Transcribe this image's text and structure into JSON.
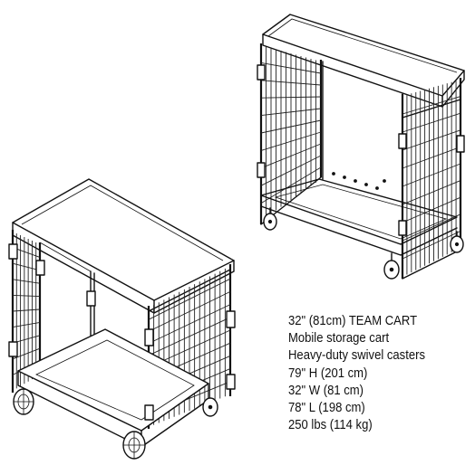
{
  "specs": {
    "lines": [
      "32\" (81cm) TEAM CART",
      "Mobile storage cart",
      "Heavy-duty swivel casters",
      "79\" H (201 cm)",
      "32\" W (81 cm)",
      "78\" L (198 cm)",
      "250 lbs (114 kg)"
    ]
  }
}
